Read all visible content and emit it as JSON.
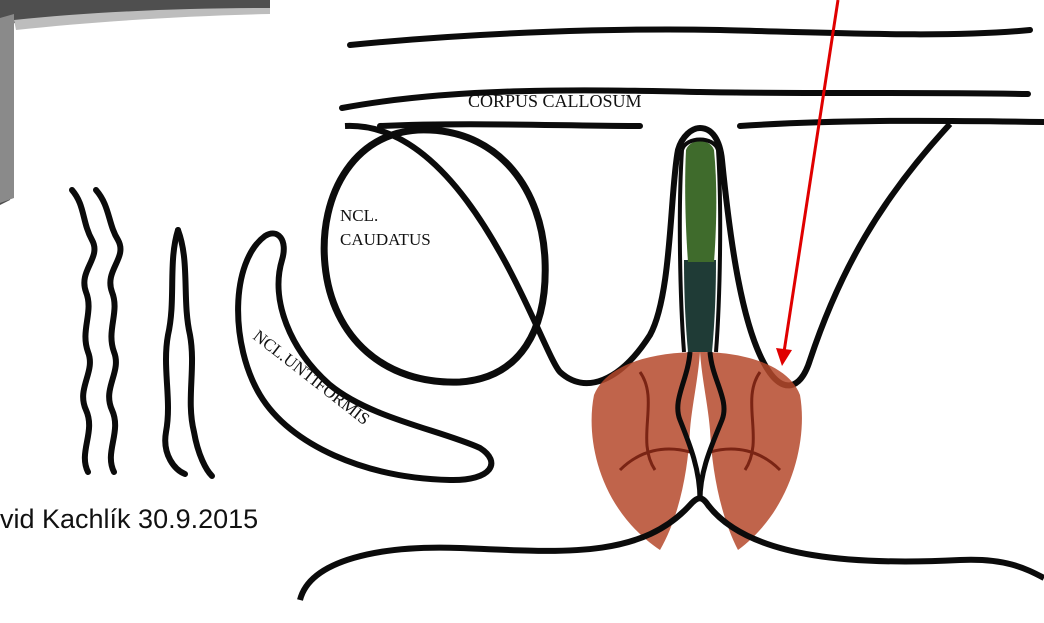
{
  "labels": {
    "corpus_callosum": "CORPUS CALLOSUM",
    "ncl_caudatus_line1": "NCL.",
    "ncl_caudatus_line2": "CAUDATUS",
    "ncl_untiformis": "NCL.UNTIFORMIS"
  },
  "credit": "vid Kachlík 30.9.2015",
  "colors": {
    "outline": "#0b0b0b",
    "pointer_arrow": "#e00000",
    "green_region": "#3f6b2c",
    "dark_teal_region": "#1f3b36",
    "red_region": "#b5492c",
    "red_region_veins": "#7a2414",
    "photo_corner": "#6e6e6e"
  }
}
